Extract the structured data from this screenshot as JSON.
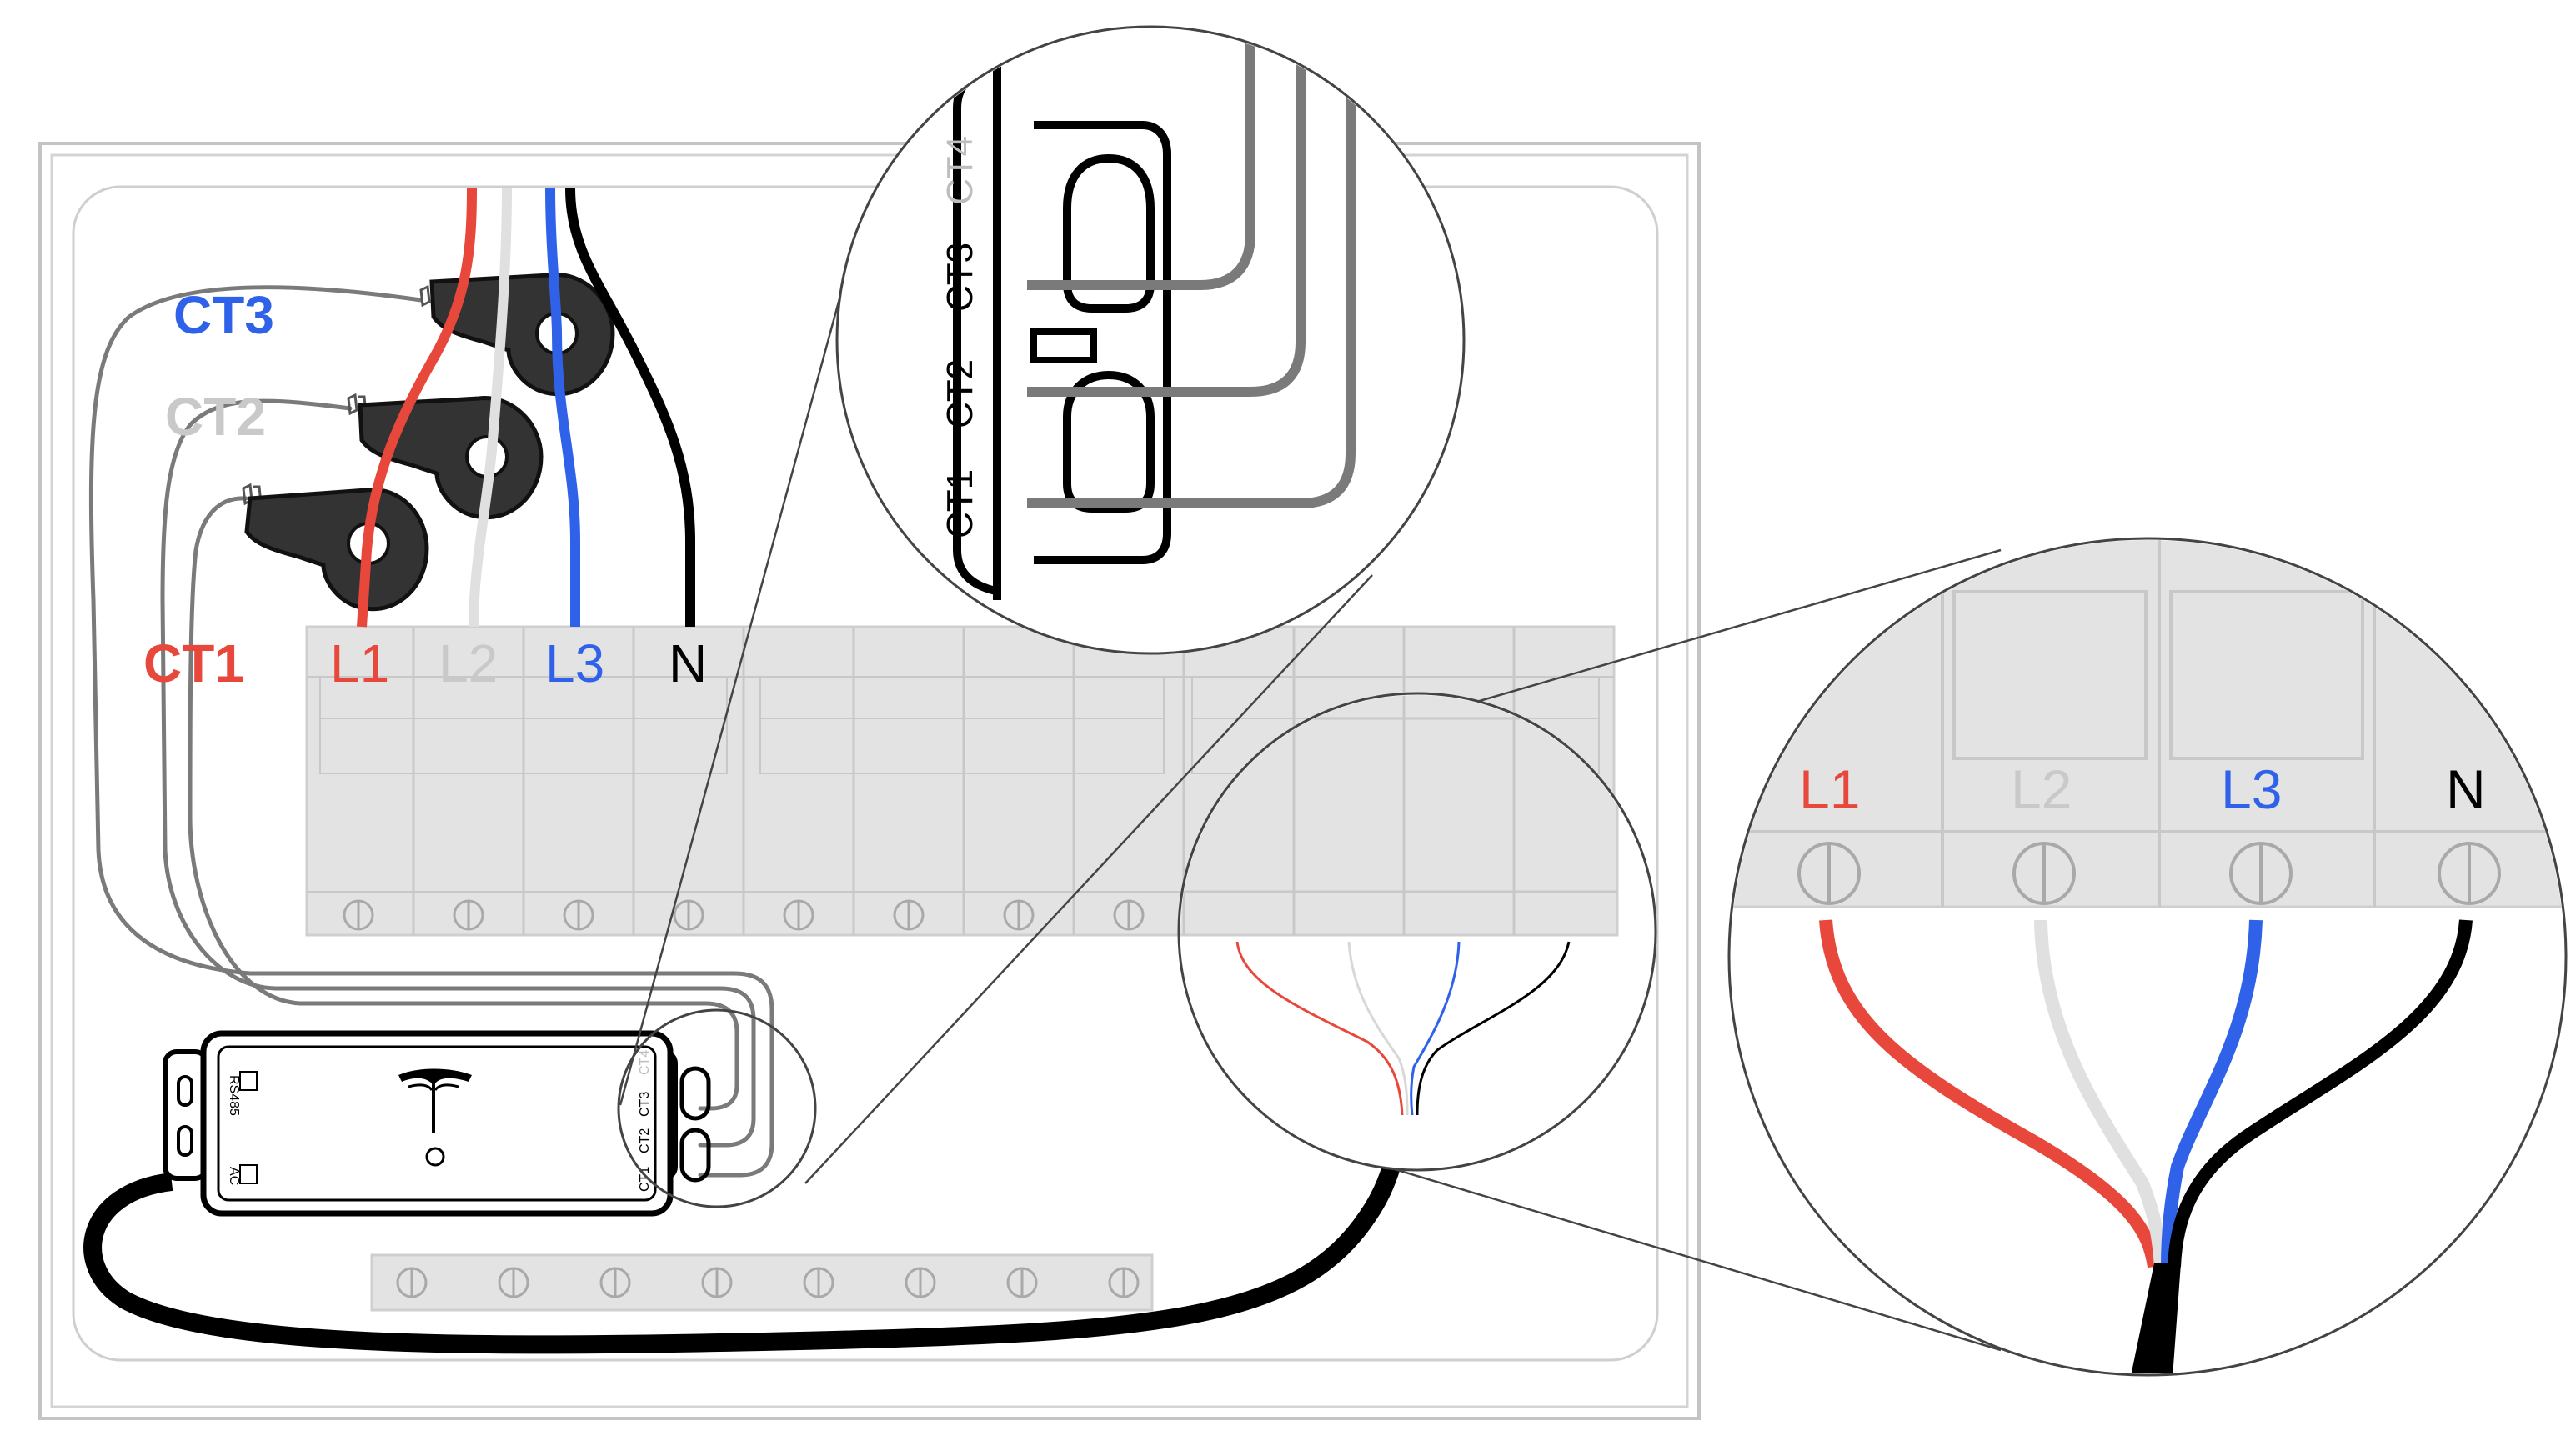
{
  "labels": {
    "ct1": "CT1",
    "ct2": "CT2",
    "ct3": "CT3",
    "l1": "L1",
    "l2": "L2",
    "l3": "L3",
    "n": "N"
  },
  "zoom_ct": {
    "ct1": "CT1",
    "ct2": "CT2",
    "ct3": "CT3",
    "ct4": "CT4"
  },
  "zoom_breaker": {
    "l1": "L1",
    "l2": "L2",
    "l3": "L3",
    "n": "N"
  },
  "meter": {
    "rs485": "RS485",
    "ac": "AC",
    "ct1": "CT1",
    "ct2": "CT2",
    "ct3": "CT3",
    "ct4": "CT4"
  },
  "colors": {
    "l1": "#e8473b",
    "l2": "#cfcfcf",
    "l3": "#2f62e8",
    "n": "#000000",
    "ct_wire": "#7a7a7a",
    "breaker_fill": "#e3e3e3"
  }
}
